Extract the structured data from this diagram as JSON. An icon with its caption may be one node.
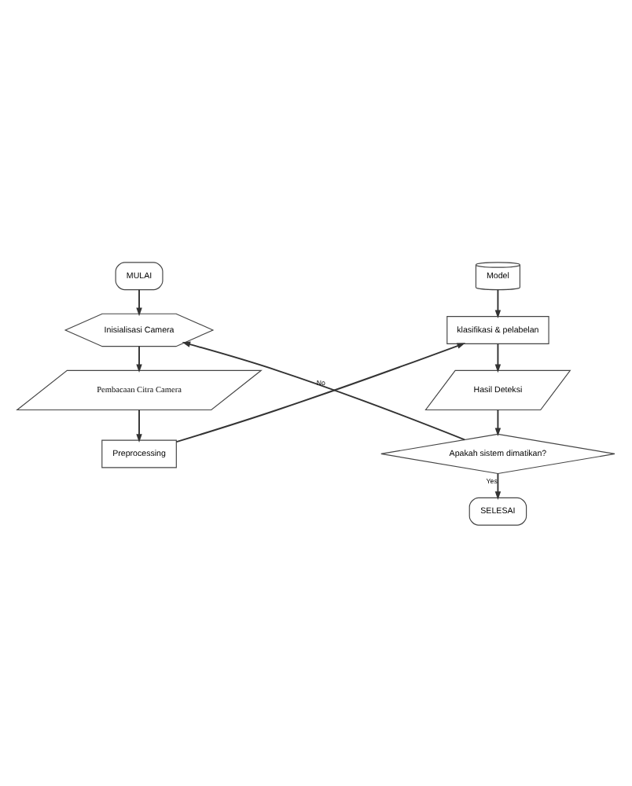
{
  "diagram": {
    "nodes": [
      {
        "text": [
          "MULAI"
        ]
      },
      {
        "text": [
          "Inisialisasi Camera"
        ]
      },
      {
        "text": [
          "Pembacaan Citra Camera"
        ]
      },
      {
        "text": [
          "Preprocessing"
        ]
      },
      {
        "text": [
          "Model"
        ]
      },
      {
        "text": [
          "klasifikasi & pelabelan"
        ]
      },
      {
        "text": [
          "Hasil Deteksi"
        ]
      },
      {
        "text": [
          "Apakah sistem dimatikan?"
        ]
      },
      {
        "text": [
          "SELESAI"
        ]
      }
    ],
    "edges": [
      {
        "from": 0,
        "to": 1,
        "arrow": "to"
      },
      {
        "from": 1,
        "to": 2,
        "arrow": "to"
      },
      {
        "from": 2,
        "to": 3,
        "arrow": "to"
      },
      {
        "from": 3,
        "to": 5,
        "arrow": "to"
      },
      {
        "from": 4,
        "to": 5,
        "arrow": "to"
      },
      {
        "from": 5,
        "to": 6,
        "arrow": "to"
      },
      {
        "from": 6,
        "to": 7,
        "arrow": "to"
      },
      {
        "from": 7,
        "to": 8,
        "label": "Yes",
        "arrow": "to"
      },
      {
        "from": 7,
        "to": 1,
        "label": "No",
        "arrow": "to"
      }
    ]
  }
}
